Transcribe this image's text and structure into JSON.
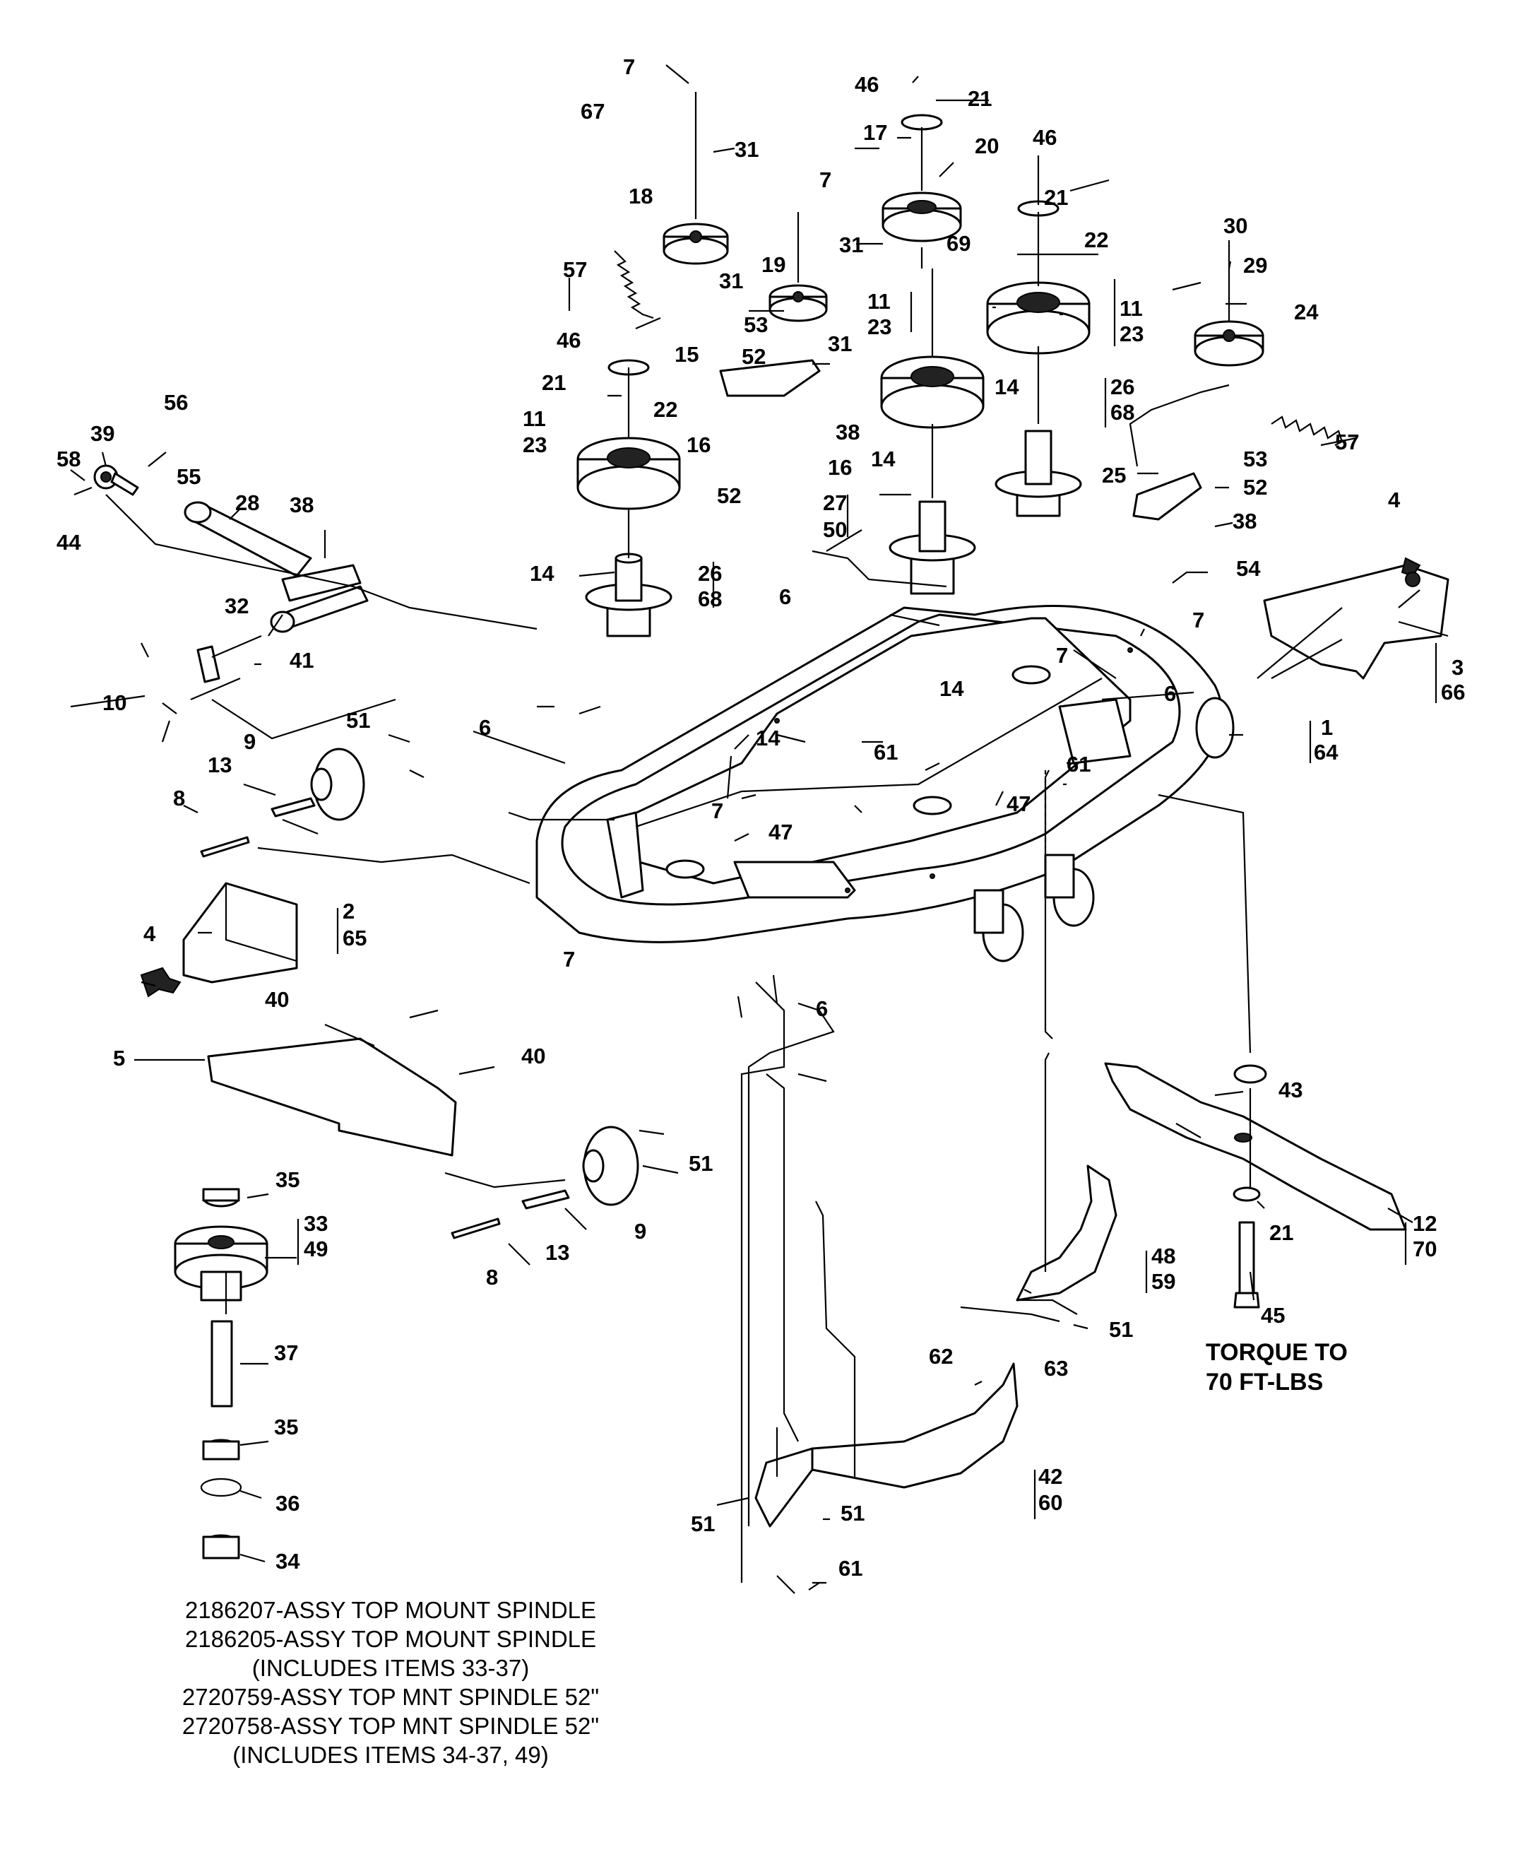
{
  "callouts": {
    "c7a": "7",
    "c46a": "46",
    "c21a": "21",
    "c67": "67",
    "c31a": "31",
    "c17": "17",
    "c20": "20",
    "c46b": "46",
    "c7b": "7",
    "c18": "18",
    "c69": "69",
    "c21b": "21",
    "c22a": "22",
    "c31b": "31",
    "c30": "30",
    "c19": "19",
    "c57a": "57",
    "c31c": "31",
    "c29": "29",
    "c11a": "11",
    "c23a": "23",
    "c11b": "11",
    "c23b": "23",
    "c24": "24",
    "c53a": "53",
    "c46c": "46",
    "c52a": "52",
    "c31d": "31",
    "c15": "15",
    "c21c": "21",
    "c14a": "14",
    "c26a": "26",
    "c68a": "68",
    "c22b": "22",
    "c11c": "11",
    "c23c": "23",
    "c56": "56",
    "c38a": "38",
    "c16a": "16",
    "c16b": "16",
    "c53b": "53",
    "c57b": "57",
    "c39": "39",
    "c58": "58",
    "c55": "55",
    "c14b": "14",
    "c25": "25",
    "c52b": "52",
    "c52c": "52",
    "c27": "27",
    "c50": "50",
    "c28": "28",
    "c38b": "38",
    "c44": "44",
    "c38c": "38",
    "c4a": "4",
    "c14c": "14",
    "c26b": "26",
    "c68b": "68",
    "c6a": "6",
    "c54": "54",
    "c7c": "7",
    "c32": "32",
    "c41": "41",
    "c3": "3",
    "c66": "66",
    "c7d": "7",
    "c10": "10",
    "c14d": "14",
    "c6b": "6",
    "c51a": "51",
    "c6c": "6",
    "c1": "1",
    "c64": "64",
    "c14e": "14",
    "c9a": "9",
    "c61a": "61",
    "c61b": "61",
    "c13a": "13",
    "c47a": "47",
    "c8a": "8",
    "c7e": "7",
    "c47b": "47",
    "c2": "2",
    "c65": "65",
    "c4b": "4",
    "c7f": "7",
    "c40a": "40",
    "c6d": "6",
    "c5": "5",
    "c40b": "40",
    "c43": "43",
    "c51b": "51",
    "c9b": "9",
    "c35a": "35",
    "c33": "33",
    "c49": "49",
    "c8b": "8",
    "c13b": "13",
    "c21d": "21",
    "c12": "12",
    "c70": "70",
    "c48": "48",
    "c59": "59",
    "c45": "45",
    "c51c": "51",
    "c37": "37",
    "c62": "62",
    "c63": "63",
    "c35b": "35",
    "c36": "36",
    "c42": "42",
    "c60": "60",
    "c51d": "51",
    "c51e": "51",
    "c34": "34",
    "c61c": "61"
  },
  "torque_note": [
    "TORQUE TO",
    "70 FT-LBS"
  ],
  "assembly_notes": [
    "2186207-ASSY TOP MOUNT SPINDLE",
    "2186205-ASSY TOP MOUNT SPINDLE",
    "(INCLUDES ITEMS 33-37)",
    "2720759-ASSY TOP MNT SPINDLE 52\"",
    "2720758-ASSY TOP MNT SPINDLE 52\"",
    "(INCLUDES ITEMS 34-37, 49)"
  ]
}
